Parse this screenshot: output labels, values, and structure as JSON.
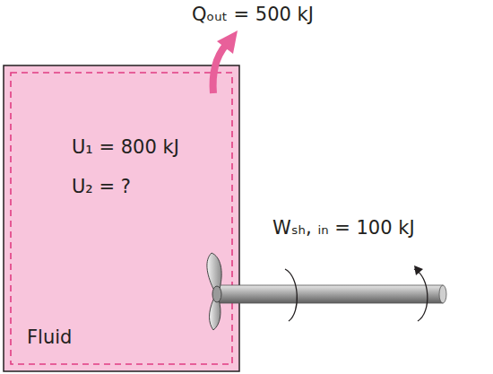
{
  "diagram": {
    "nodes": [
      {
        "text": [
          "U₁ = 800 kJ",
          "U₂ = ?",
          "Fluid"
        ]
      }
    ],
    "labels": [
      "Qₒᵤₜ = 500 kJ",
      "Wₛₕ, ᵢₙ = 100 kJ"
    ]
  }
}
